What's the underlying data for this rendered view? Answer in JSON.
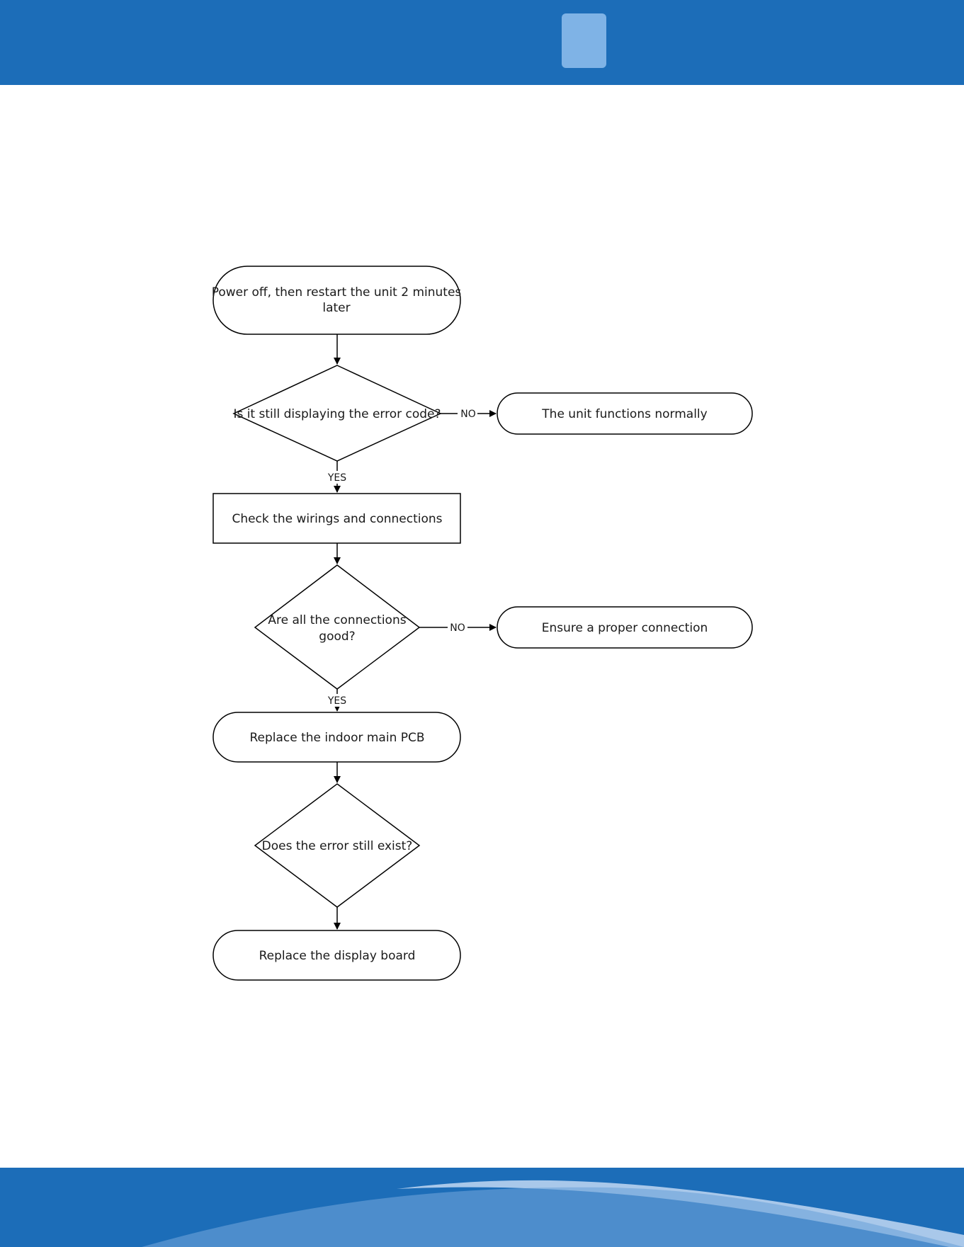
{
  "colors": {
    "header": "#1c6db8",
    "header_tab": "#7fb3e6",
    "footer": "#1c6db8",
    "footer_swoosh_light": "#a9c8ea",
    "footer_swoosh_mid": "#6ea3d8"
  },
  "flowchart": {
    "start": [
      "Power off, then restart the unit 2 minutes",
      "later"
    ],
    "decision_error_code": "Is it still displaying the error code?",
    "normal": "The unit functions normally",
    "check_wirings": "Check the wirings and connections",
    "decision_connections": [
      "Are all the connections",
      "good?"
    ],
    "ensure_connection": "Ensure a proper connection",
    "replace_main_pcb": "Replace the indoor main PCB",
    "decision_error_exist": "Does the error still exist?",
    "replace_display": "Replace the display board",
    "label_no": "NO",
    "label_yes": "YES"
  }
}
